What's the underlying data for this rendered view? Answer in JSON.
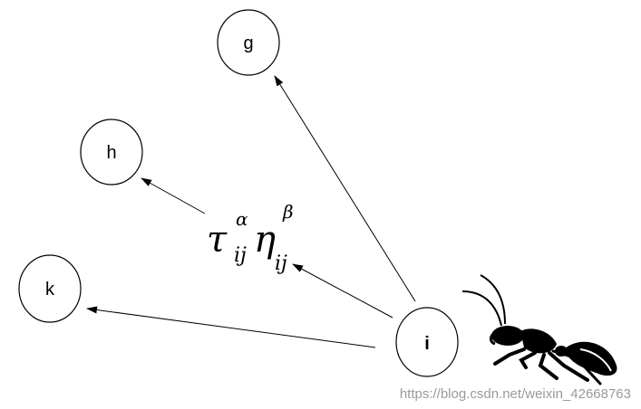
{
  "nodes": {
    "g": "g",
    "h": "h",
    "k": "k",
    "i": "i"
  },
  "formula": {
    "tau": "τ",
    "tau_sub": "ij",
    "tau_sup": "α",
    "eta": "η",
    "eta_sub": "ij",
    "eta_sup": "β"
  },
  "icons": {
    "ant": "ant-icon"
  },
  "watermark": "https://blog.csdn.net/weixin_42668763"
}
